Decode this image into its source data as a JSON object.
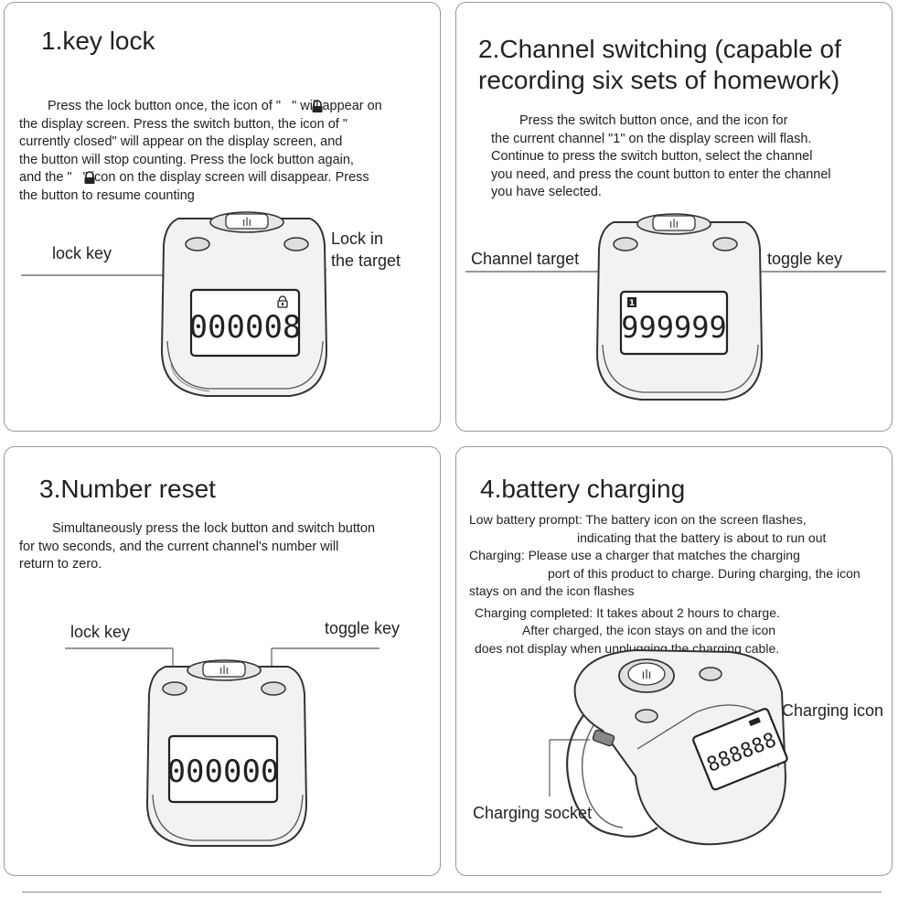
{
  "panels": [
    {
      "title": "1.key lock",
      "body": [
        "Press the lock button once, the icon of \"   \" will appear on",
        "the display screen. Press the switch button, the icon of \"",
        "currently closed\" will appear on the display screen, and",
        "the button will stop counting. Press the lock button again,",
        " and the \"   \" icon on the display screen will disappear. Press",
        "the button to resume counting"
      ],
      "labels": {
        "left": "lock key",
        "right_line1": "Lock in",
        "right_line2": "the target"
      },
      "display": "000008",
      "lock_icon": "lock-icon"
    },
    {
      "title": "2.Channel switching (capable of recording six sets of homework)",
      "body": [
        "Press the switch button once, and the icon for",
        "the current channel \"1\" on the display screen will flash.",
        "Continue to press the switch button, select the channel",
        "you need, and press the count button to enter the channel",
        "you have selected."
      ],
      "labels": {
        "left": "Channel target",
        "right": "toggle key"
      },
      "display": "999999",
      "channel_badge": "1"
    },
    {
      "title": "3.Number reset",
      "body": [
        "Simultaneously press the lock button and switch button",
        " for two seconds, and the current channel's number will",
        "return to zero."
      ],
      "labels": {
        "left": "lock key",
        "right": "toggle key"
      },
      "display": "000000"
    },
    {
      "title": "4.battery charging",
      "body": [
        "Low battery prompt: The battery icon on the screen flashes,",
        "indicating that the battery is about to run out",
        "Charging: Please use a charger that matches the charging",
        "port of this product to charge. During charging, the  icon",
        "stays on and the  icon flashes",
        "Charging completed: It takes about 2 hours to         charge.",
        "After        charged, the icon stays on and the icon",
        "does not display when unplugging the charging cable."
      ],
      "labels": {
        "icon": "Charging icon",
        "socket": "Charging socket"
      },
      "display": "888888"
    }
  ]
}
